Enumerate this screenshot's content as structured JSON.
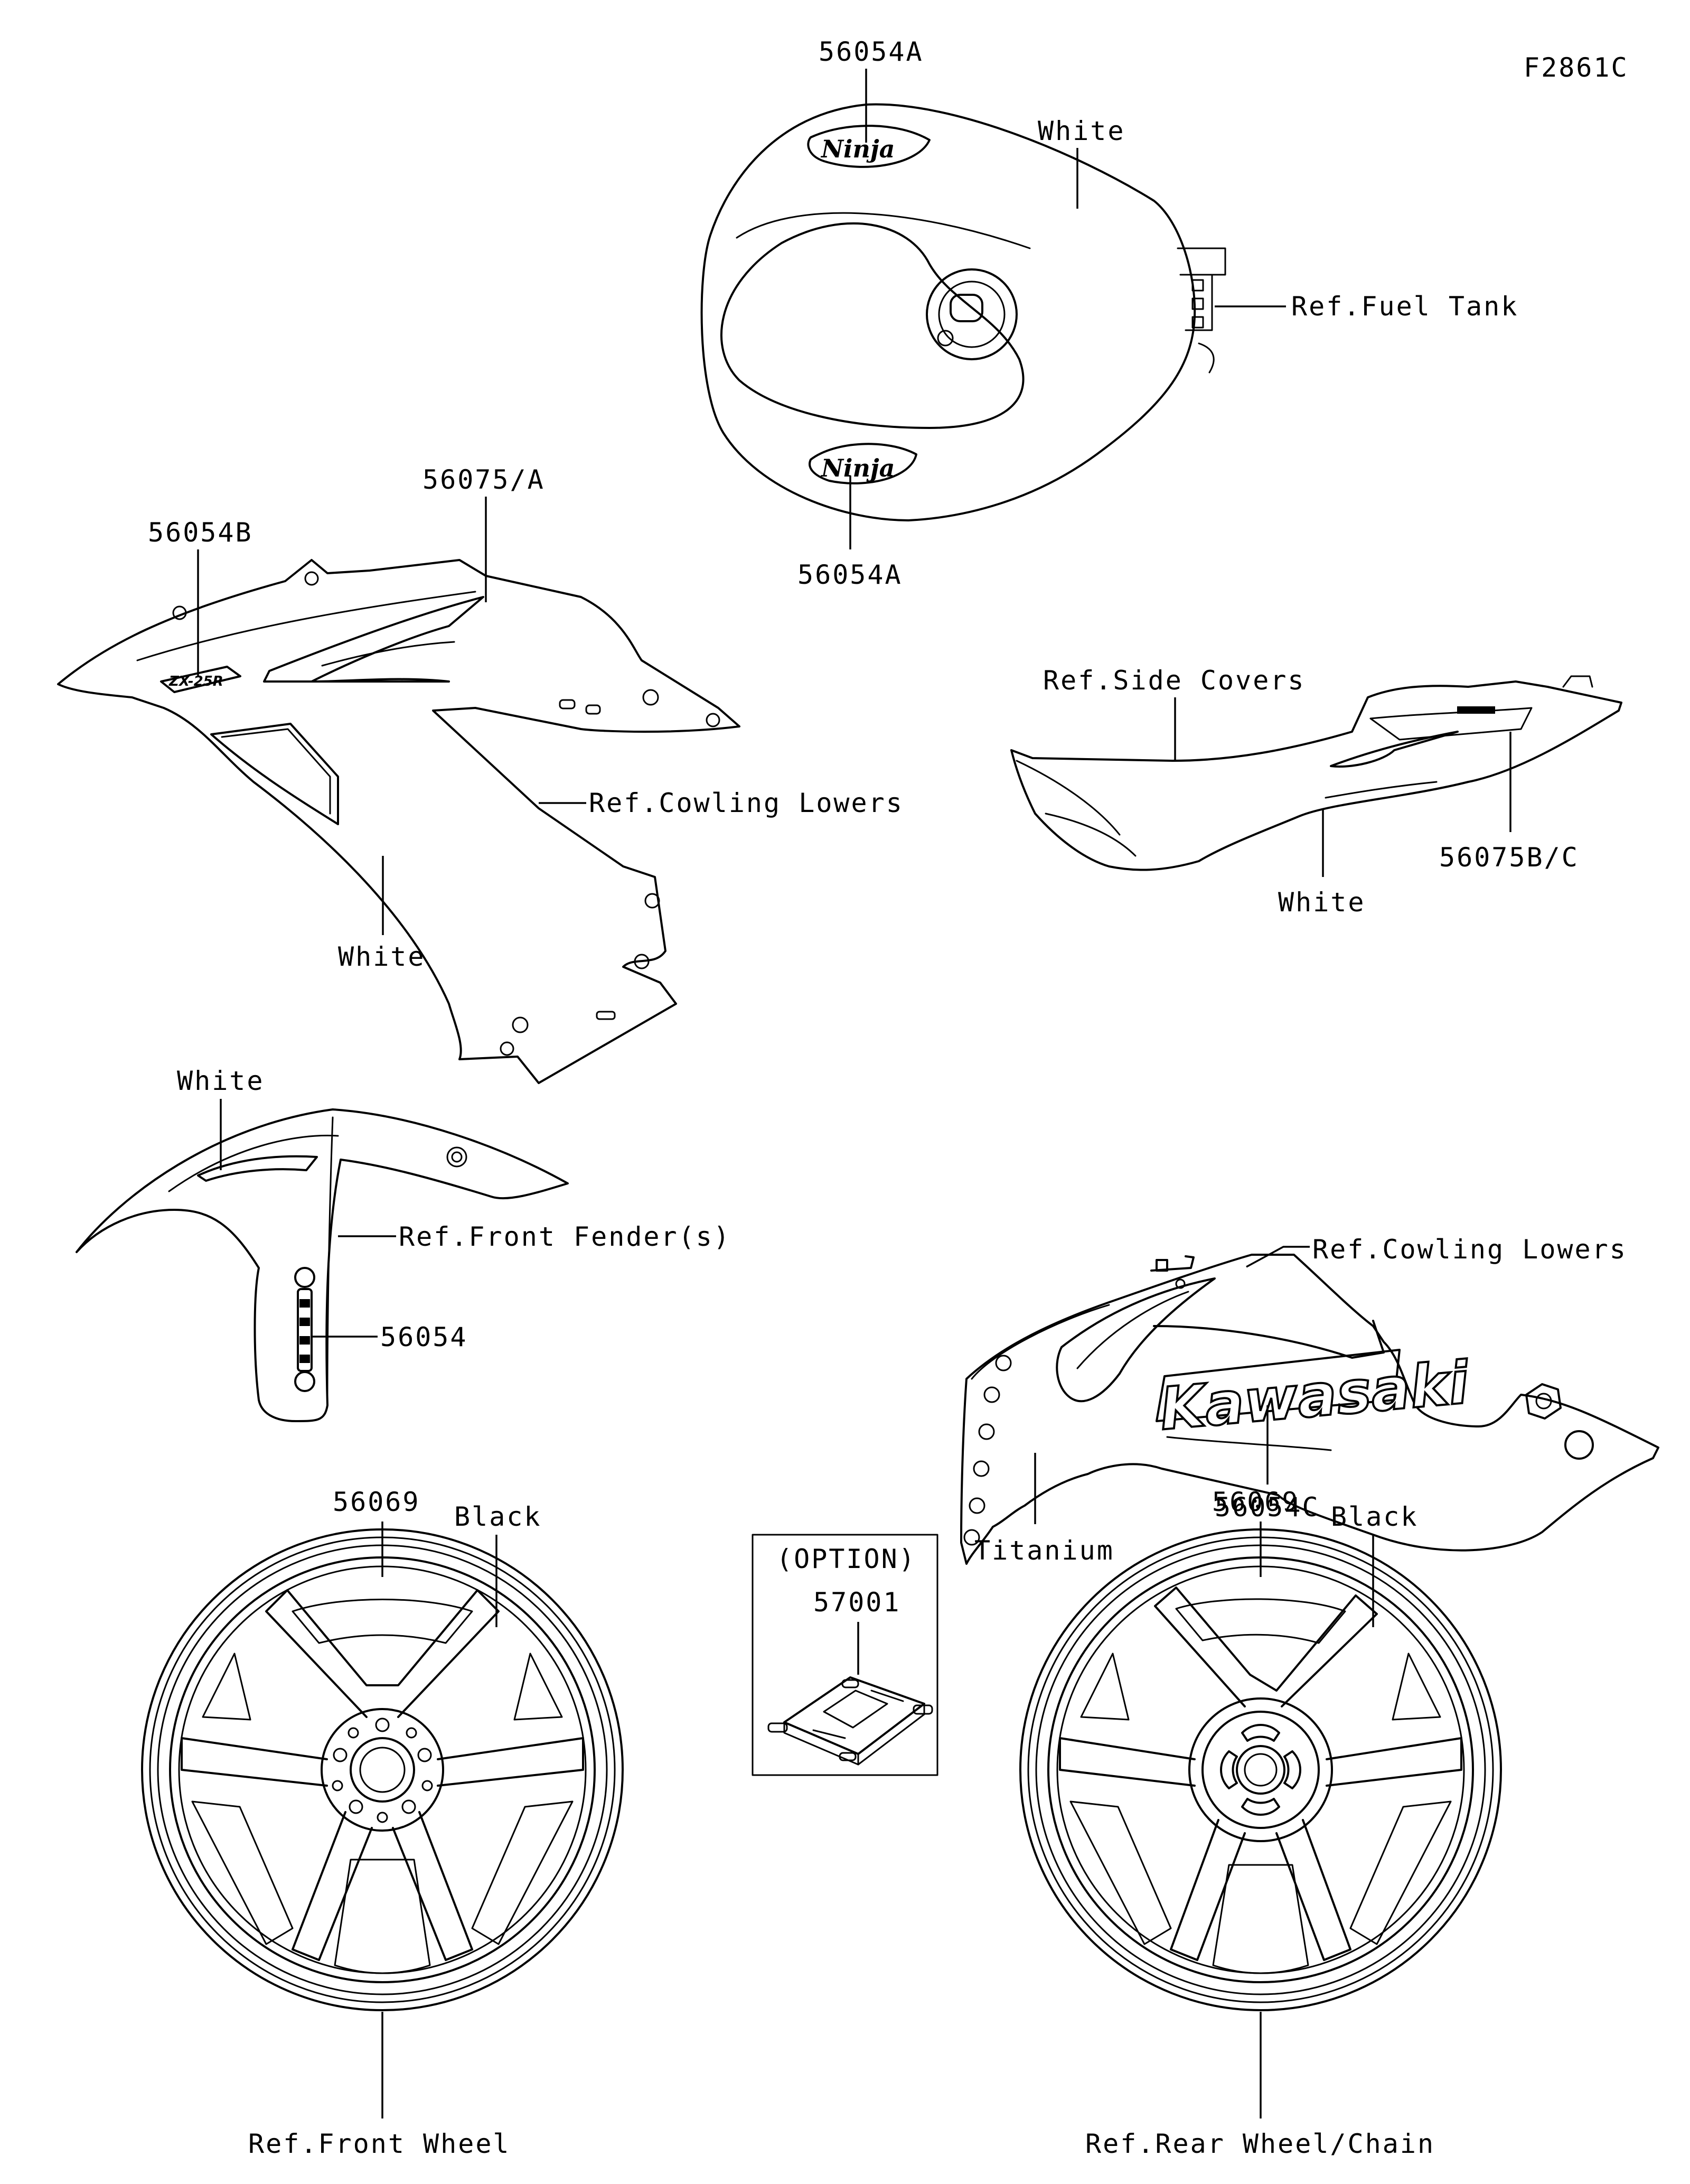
{
  "figure_code": "F2861C",
  "labels": {
    "tank_decal_top": "56054A",
    "tank_color": "White",
    "tank_ref": "Ref.Fuel Tank",
    "tank_decal_bottom": "56054A",
    "cowl_stripe": "56075/A",
    "cowl_emblem": "56054B",
    "cowl_ref": "Ref.Cowling Lowers",
    "cowl_color": "White",
    "side_ref": "Ref.Side Covers",
    "side_stripe": "56075B/C",
    "side_color": "White",
    "fender_color": "White",
    "fender_ref": "Ref.Front Fender(s)",
    "fender_decal": "56054",
    "lower_ref": "Ref.Cowling Lowers",
    "lower_decal": "56054C",
    "lower_color": "Titanium",
    "fw_stripe": "56069",
    "fw_color": "Black",
    "fw_ref": "Ref.Front Wheel",
    "option_title": "(OPTION)",
    "option_part": "57001",
    "rw_stripe": "56069",
    "rw_color": "Black",
    "rw_ref": "Ref.Rear Wheel/Chain"
  },
  "emblems": {
    "ninja": "Ninja",
    "kawasaki": "Kawasaki",
    "zx25r": "ZX-25R"
  }
}
